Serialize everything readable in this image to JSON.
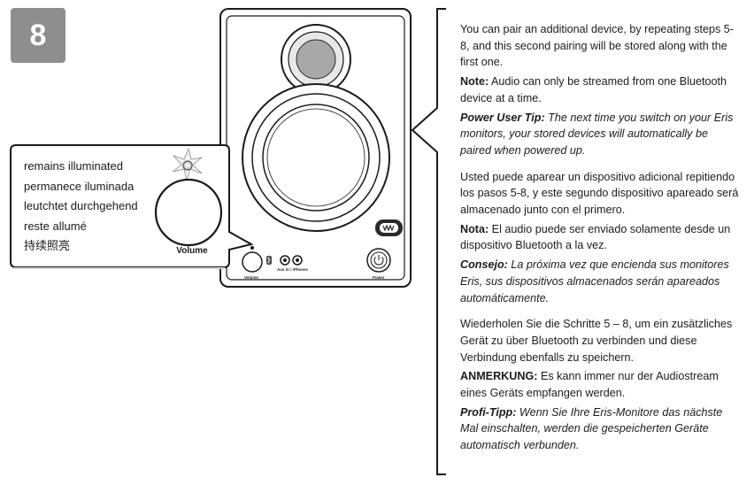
{
  "step": {
    "number": "8"
  },
  "callout": {
    "lines": [
      "remains illuminated",
      "permanece iluminada",
      "leutchtet durchgehend",
      "reste allumé",
      "持续照亮"
    ],
    "knob_label": "Volume"
  },
  "speaker": {
    "volume_label": "Volume",
    "aux_label": "Aux In / iPhones",
    "power_label": "Power"
  },
  "instructions": {
    "en": {
      "body": "You can pair an additional device, by repeating steps 5-8, and this second pairing will be stored along with the first one.",
      "note_label": "Note:",
      "note_text": " Audio can only be streamed from one Bluetooth device at a time.",
      "tip_label": "Power User Tip:",
      "tip_text": " The next time you switch on your Eris monitors, your stored devices will automatically be paired when powered up."
    },
    "es": {
      "body": "Usted puede aparear un dispositivo adicional repitiendo los pasos 5-8, y este segundo dispositivo apareado será almacenado junto con el primero.",
      "note_label": "Nota:",
      "note_text": " El audio puede ser enviado solamente desde un dispositivo Bluetooth a la vez.",
      "tip_label": "Consejo:",
      "tip_text": " La próxima vez que encienda sus monitores Eris, sus dispositivos almacenados serán apareados automáticamente."
    },
    "de": {
      "body": "Wiederholen Sie die Schritte 5 – 8, um ein zusätzliches Gerät zu über Bluetooth zu verbinden und diese Verbindung ebenfalls zu speichern.",
      "note_label": "ANMERKUNG:",
      "note_text": " Es kann immer nur der Audiostream eines Geräts empfangen werden.",
      "tip_label": "Profi-Tipp:",
      "tip_text": " Wenn Sie Ihre Eris-Monitore das nächste Mal einschalten, werden die gespeicherten Geräte automatisch verbunden."
    }
  }
}
